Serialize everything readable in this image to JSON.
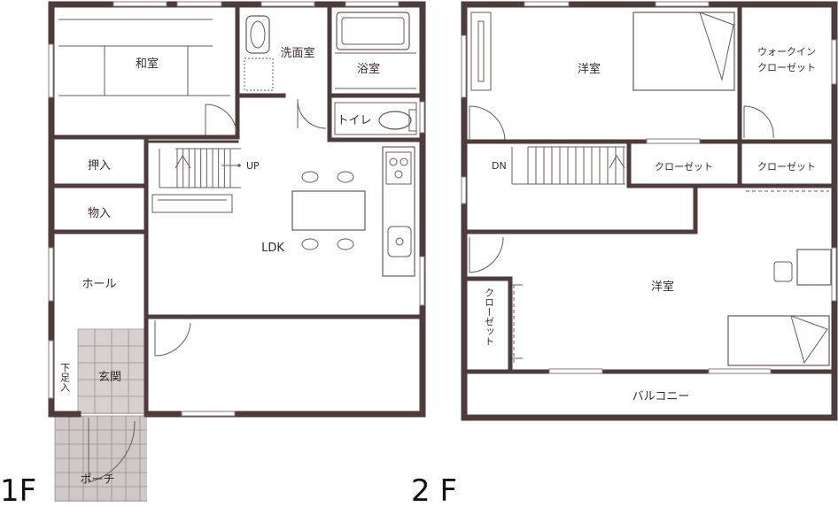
{
  "floors": [
    {
      "id": "1F",
      "label": "1F",
      "rooms": {
        "washitsu": "和室",
        "senmenjo": "洗面室",
        "yokushitsu": "浴室",
        "toilet": "トイレ",
        "oshiire": "押入",
        "monoire": "物入",
        "hall": "ホール",
        "genkan": "玄関",
        "getabako": "下足入",
        "porch": "ポーチ",
        "ldk": "LDK"
      },
      "stair_note": "UP"
    },
    {
      "id": "2F",
      "label": "2 F",
      "rooms": {
        "youshitsu_top": "洋室",
        "walkin_line1": "ウォークイン",
        "walkin_line2": "クローゼット",
        "closet_mid": "クローゼット",
        "closet_right": "クローゼット",
        "youshitsu_bottom": "洋室",
        "closet_vertical": "クローゼット",
        "balcony": "バルコニー"
      },
      "stair_note": "DN"
    }
  ]
}
